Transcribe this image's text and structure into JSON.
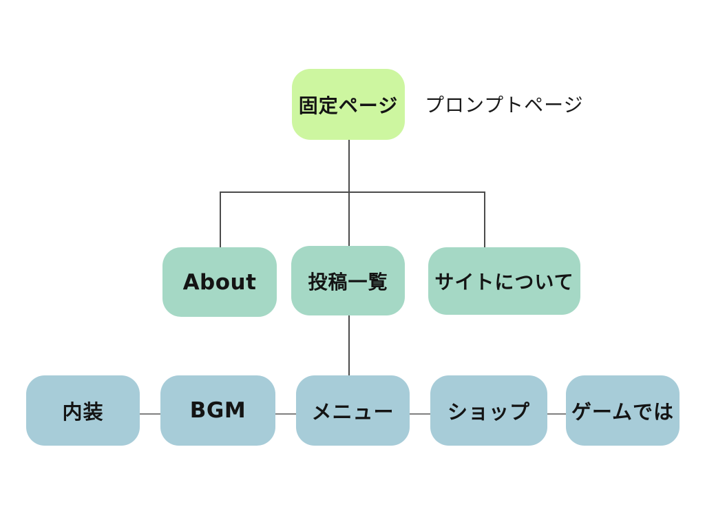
{
  "diagram": {
    "root": {
      "label": "固定ページ",
      "color": "#cdf6a0"
    },
    "annotation": "プロンプトページ",
    "level2_color": "#a5d8c5",
    "level2": [
      {
        "label": "About"
      },
      {
        "label": "投稿一覧"
      },
      {
        "label": "サイトについて"
      }
    ],
    "level3_color": "#a7ccd8",
    "level3": [
      {
        "label": "内装"
      },
      {
        "label": "BGM"
      },
      {
        "label": "メニュー"
      },
      {
        "label": "ショップ"
      },
      {
        "label": "ゲームでは"
      }
    ],
    "line_colors": {
      "tree": "#4a4a4a",
      "link": "#7f7f7f"
    },
    "text_color": "#141414",
    "background": "#ffffff"
  }
}
